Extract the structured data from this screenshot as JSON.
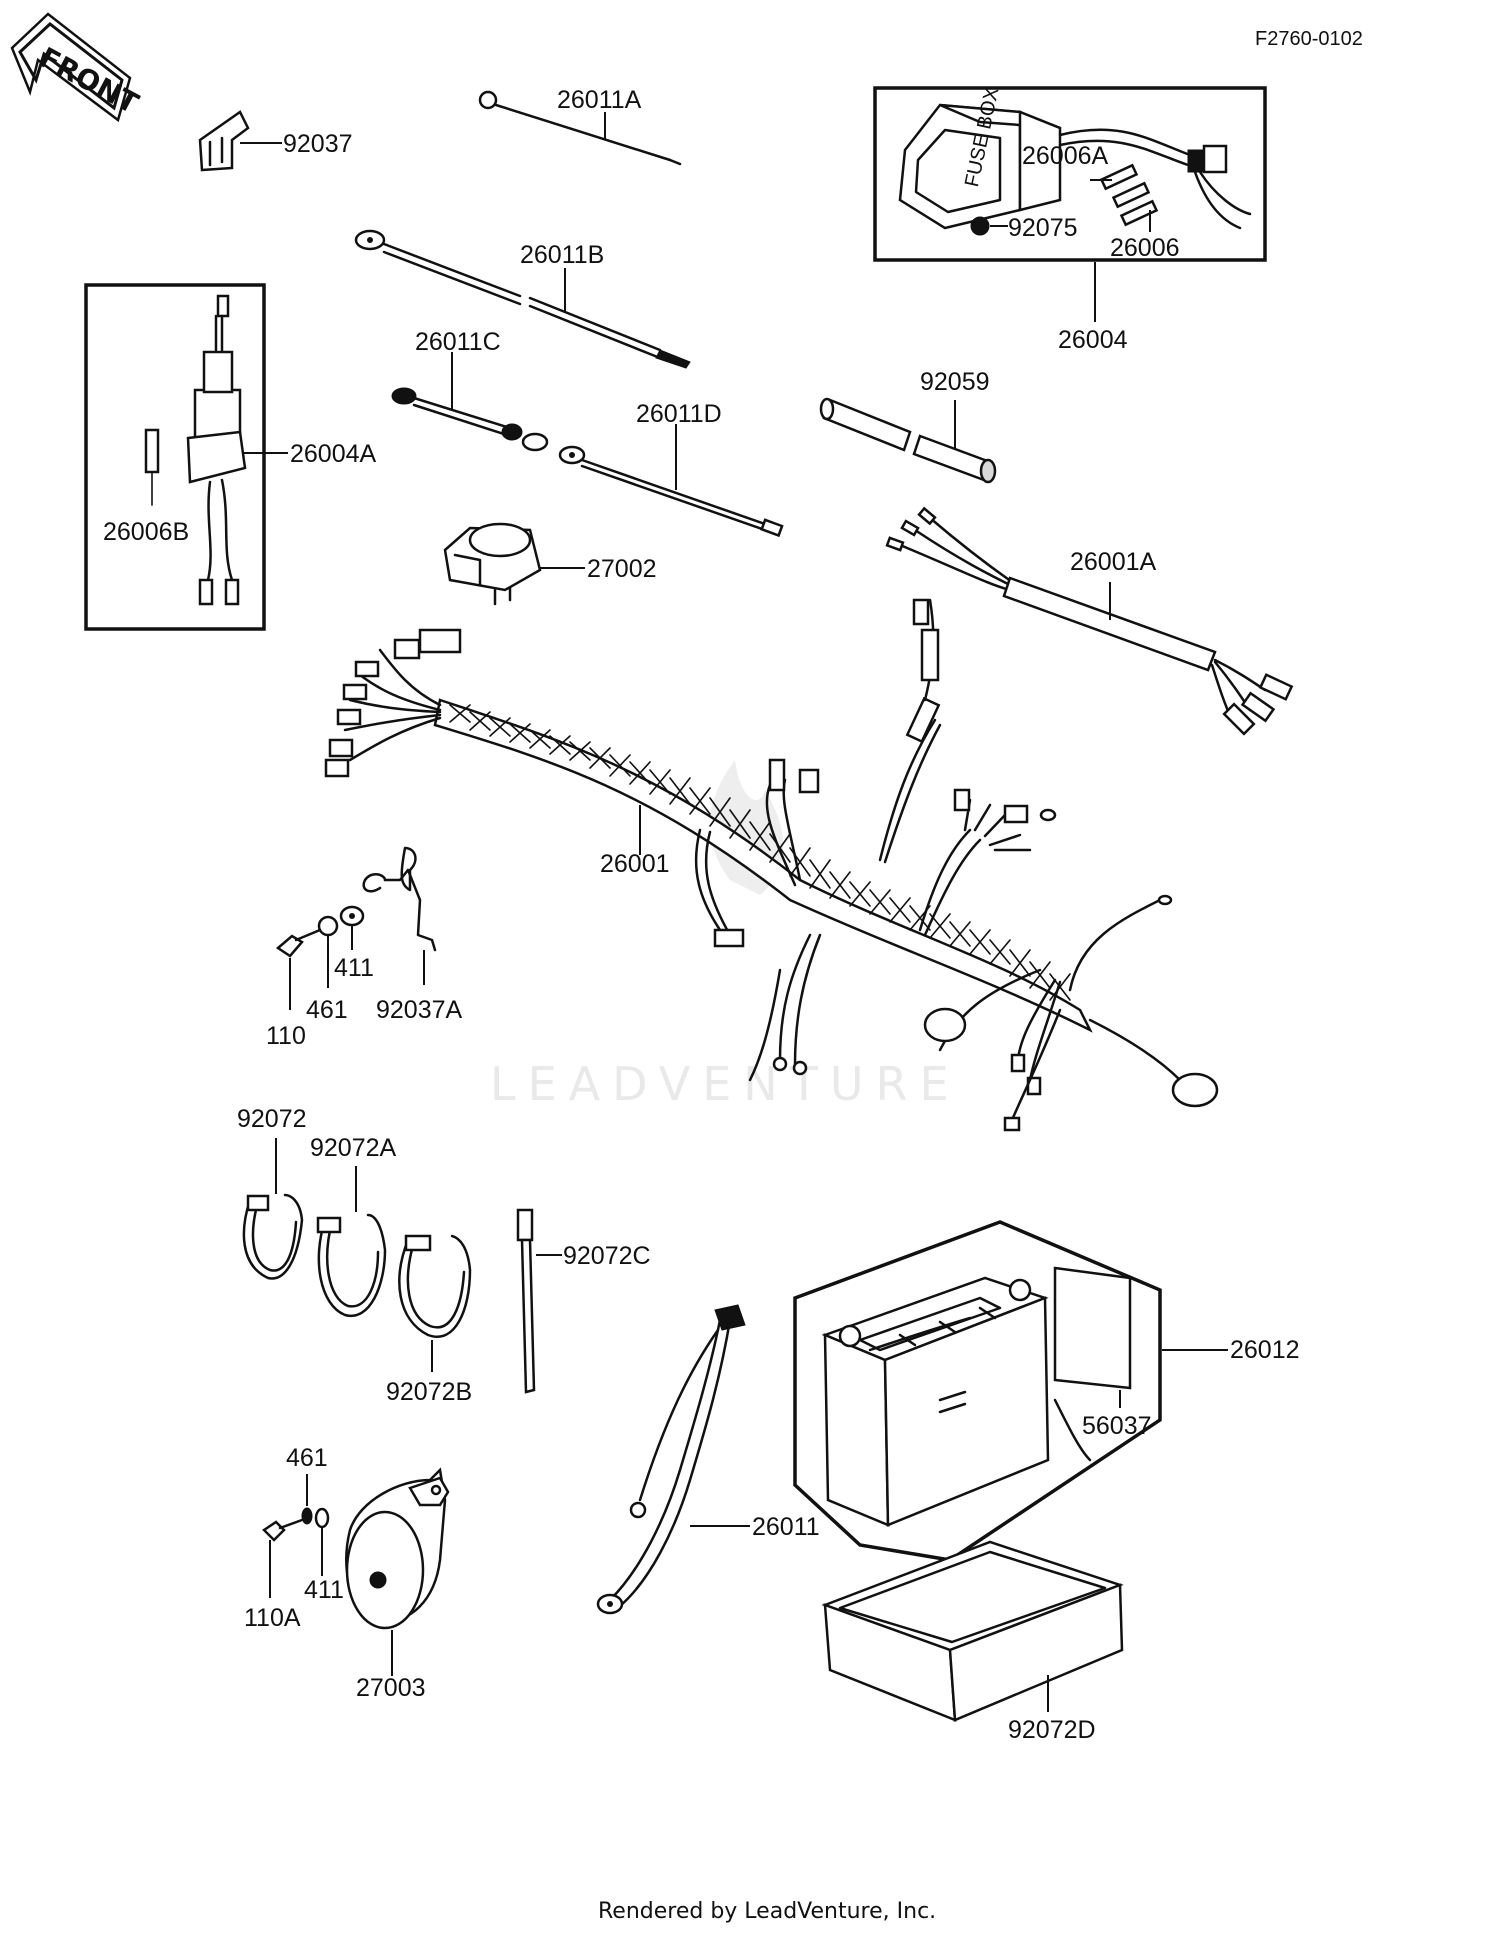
{
  "header": {
    "code": "F2760-0102"
  },
  "front_arrow": {
    "label": "FRONT"
  },
  "watermark": {
    "text": "LEADVENTURE"
  },
  "footer": {
    "text": "Rendered by LeadVenture, Inc."
  },
  "parts": {
    "p92037": "92037",
    "p26011A": "26011A",
    "p26011B": "26011B",
    "p26011C": "26011C",
    "p26011D": "26011D",
    "p26006A": "26006A",
    "p92075": "92075",
    "p26006": "26006",
    "p26004": "26004",
    "p92059": "92059",
    "p26004A": "26004A",
    "p26006B": "26006B",
    "p27002": "27002",
    "p26001A": "26001A",
    "p26001": "26001",
    "p411a": "411",
    "p461a": "461",
    "p92037A": "92037A",
    "p110": "110",
    "p92072": "92072",
    "p92072A": "92072A",
    "p92072C": "92072C",
    "p92072B": "92072B",
    "p26012": "26012",
    "p56037": "56037",
    "p461b": "461",
    "p411b": "411",
    "p26011": "26011",
    "p110A": "110A",
    "p27003": "27003",
    "p92072D": "92072D"
  },
  "fuse_box_text": "FUSE BOX"
}
